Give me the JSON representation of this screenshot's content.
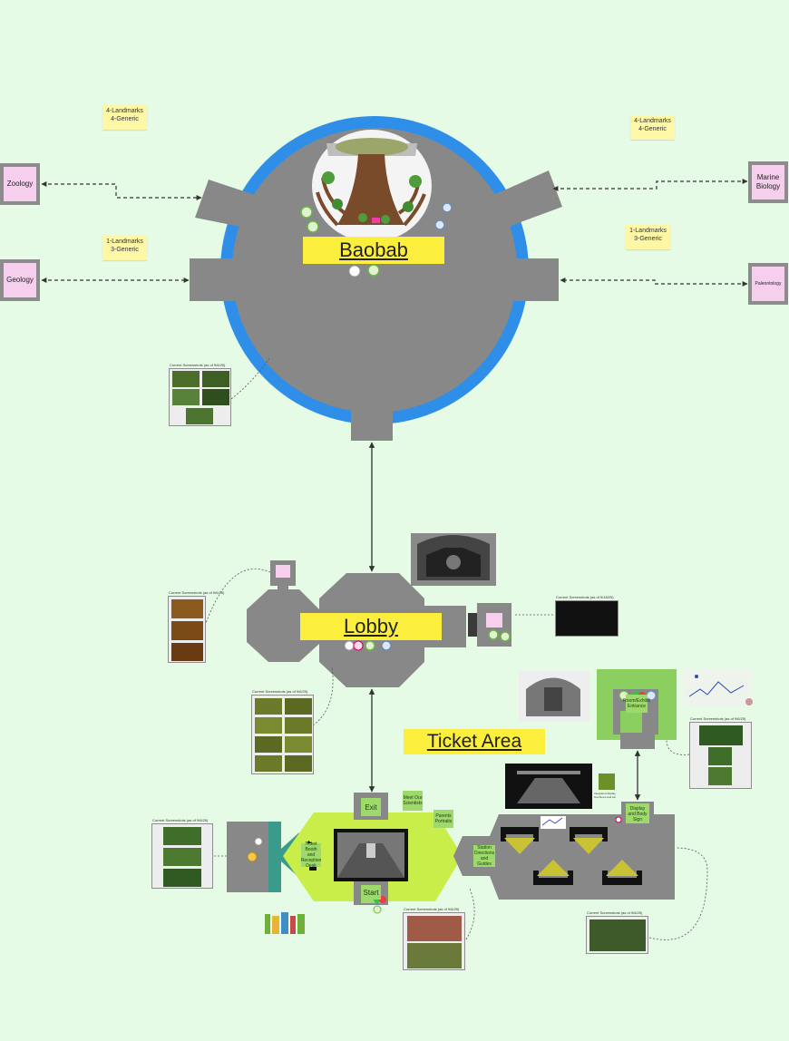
{
  "rooms": {
    "baobab": {
      "title": "Baobab"
    },
    "lobby": {
      "title": "Lobby"
    },
    "ticket_area": {
      "title": "Ticket Area"
    }
  },
  "exhibits": {
    "zoology": "Zoology",
    "geology": "Geology",
    "marine_biology": "Marine Biology",
    "paleontology": "Paleontology"
  },
  "notes": {
    "zoology_counts": "4-Landmarks\n4-Generic",
    "marine_counts": "4-Landmarks\n4-Generic",
    "geology_counts": "1-Landmarks\n3-Generic",
    "paleo_counts": "1-Landmarks\n3-Generic"
  },
  "ticket_labels": {
    "exit": "Exit",
    "start": "Start",
    "meet_scientists": "Meet Our Scientists",
    "parents_portraits": "Parents Portraits",
    "station": "Station Directions and Guides",
    "ticket_booth": "Ticket Booth and Reception Desk",
    "display_area": "Display and Body Sign",
    "room_desc": "Room/Exhibit Entrance",
    "other_note": "Integrated display, brochures and etc"
  },
  "screenshot_caps": {
    "baobab": "Current Screenshots (as of 9/6/25)",
    "lobby_left": "Current Screenshots (as of 9/6/25)",
    "lobby_right": "Current Screenshots (as of 9/18/25)",
    "lobby_lower": "Current Screenshots (as of 9/6/25)",
    "ticket_left": "Current Screenshots (as of 9/6/25)",
    "ticket_bottom": "Current Screenshots (as of 9/6/25)",
    "ticket_right": "Current Screenshots (as of 9/6/25)",
    "side_room": "Current Screenshots (as of 9/6/25)"
  },
  "colors": {
    "background": "#e6fbe5",
    "room_gray": "#888888",
    "ring_blue": "#2f8fe8",
    "label_yellow": "#fbee3c",
    "ticket_green": "#c9ee4a",
    "teal": "#3a9b8a",
    "note_yellow": "#fdf7a6",
    "exhibit_pink": "#f7cfee"
  }
}
